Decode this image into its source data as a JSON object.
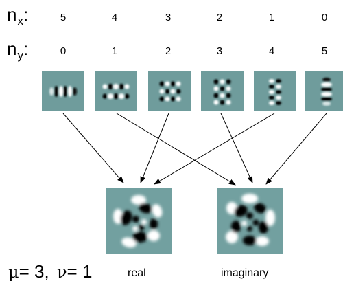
{
  "labels": {
    "nx_main": "n",
    "nx_sub": "x",
    "nx_colon": ":",
    "ny_main": "n",
    "ny_sub": "y",
    "ny_colon": ":"
  },
  "nx_values": [
    "5",
    "4",
    "3",
    "2",
    "1",
    "0"
  ],
  "ny_values": [
    "0",
    "1",
    "2",
    "3",
    "4",
    "5"
  ],
  "bottom": {
    "mu_symbol": "μ",
    "mu_text": "= 3,",
    "nu_symbol": "ν",
    "nu_text": "= 1",
    "real_label": "real",
    "imaginary_label": "imaginary"
  },
  "colors": {
    "tile_background": "#6f9c9c",
    "big_background": "#72a0a0",
    "dark_lobe": "#000000",
    "light_lobe": "#ffffff",
    "arrow": "#000000"
  },
  "arrows": [
    {
      "from": "mode-0",
      "to": "real"
    },
    {
      "from": "mode-1",
      "to": "imaginary"
    },
    {
      "from": "mode-2",
      "to": "real"
    },
    {
      "from": "mode-3",
      "to": "imaginary"
    },
    {
      "from": "mode-4",
      "to": "real"
    },
    {
      "from": "mode-5",
      "to": "imaginary"
    }
  ]
}
